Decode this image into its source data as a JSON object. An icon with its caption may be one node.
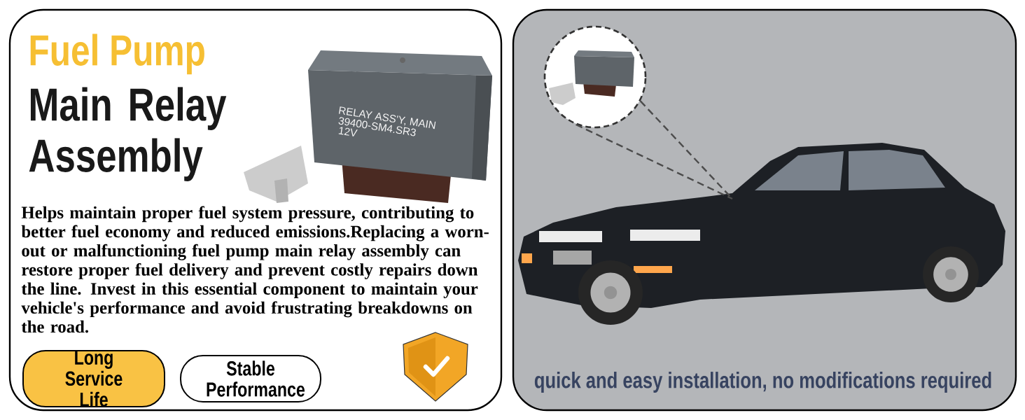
{
  "diagram": {
    "nodes": [
      {
        "text": [
          "Fuel Pump",
          "Main Relay Assembly",
          "Helps maintain proper fuel system pressure, contributing to better fuel economy and reduced emissions.Replacing a worn-out or malfunctioning fuel pump main relay assembly can restore proper fuel delivery and prevent costly repairs down the line. Invest in this essential component to maintain your vehicle's performance and avoid frustrating breakdowns on the road."
        ]
      },
      {
        "text": [
          "Long Service Life"
        ],
        "in": 0
      },
      {
        "text": [
          "Stable Performance"
        ],
        "in": 0
      },
      {
        "text": [
          "quick and easy installation, no modifications required"
        ]
      },
      {
        "text": [],
        "shape": "circle",
        "in": 3
      }
    ],
    "edges": [
      {
        "from": 4,
        "to": null,
        "arrow": "none",
        "style": "dashed"
      },
      {
        "from": 4,
        "to": null,
        "arrow": "none",
        "style": "dashed"
      }
    ],
    "labels": [
      "RELAY ASS'Y, MAIN",
      "39400-SM4.SR3",
      "12V"
    ]
  }
}
